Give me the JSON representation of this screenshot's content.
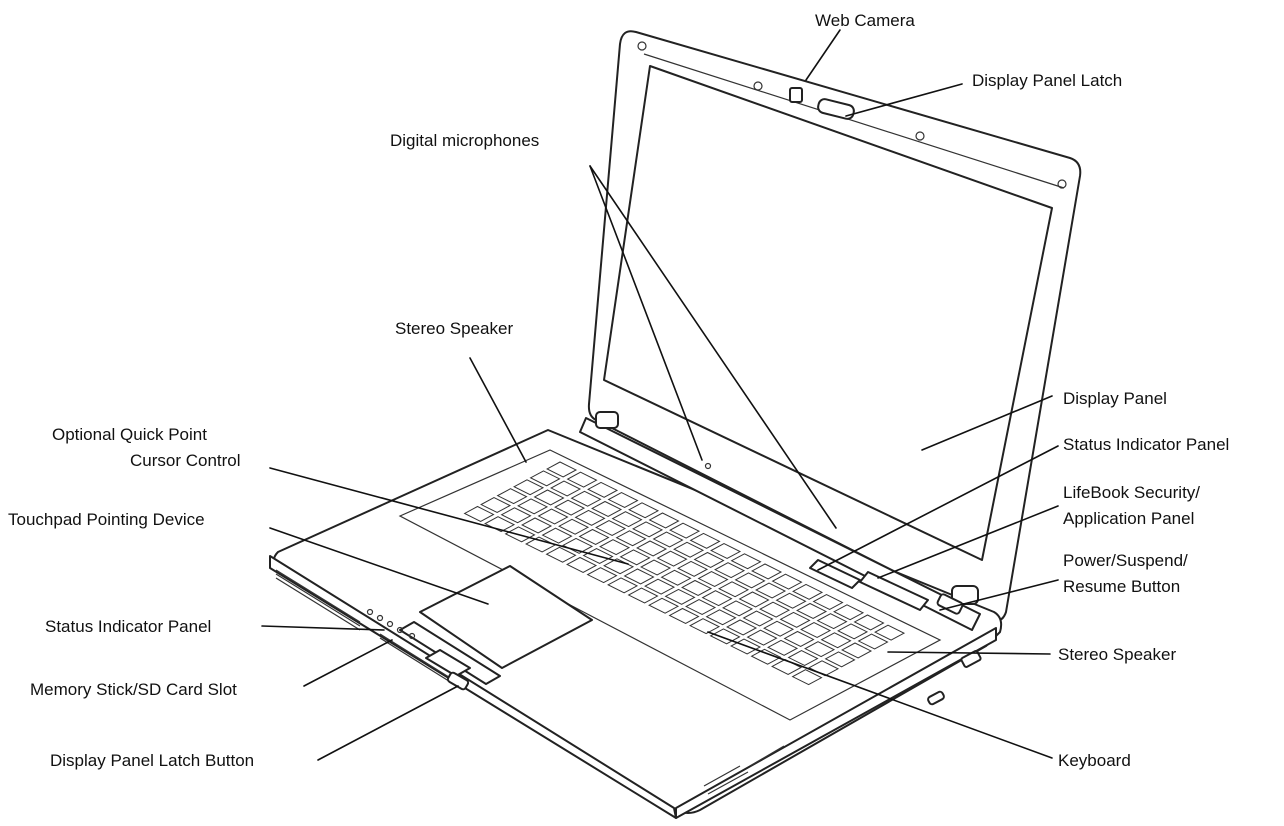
{
  "callouts": {
    "web_camera": "Web Camera",
    "display_panel_latch": "Display Panel Latch",
    "digital_microphones": "Digital microphones",
    "stereo_speaker_top": "Stereo Speaker",
    "display_panel": "Display Panel",
    "optional_quick_point_line1": "Optional Quick Point",
    "optional_quick_point_line2": "Cursor Control",
    "status_indicator_panel_right": "Status Indicator Panel",
    "lifebook_security_line1": "LifeBook Security/",
    "lifebook_security_line2": "Application Panel",
    "touchpad_pointing_device": "Touchpad Pointing Device",
    "power_suspend_line1": "Power/Suspend/",
    "power_suspend_line2": "Resume Button",
    "status_indicator_panel_left": "Status Indicator Panel",
    "stereo_speaker_right": "Stereo Speaker",
    "memory_stick_sd_slot": "Memory Stick/SD Card Slot",
    "display_panel_latch_button": "Display Panel Latch Button",
    "keyboard": "Keyboard"
  },
  "colors": {
    "ink": "#111111",
    "background": "#ffffff"
  }
}
